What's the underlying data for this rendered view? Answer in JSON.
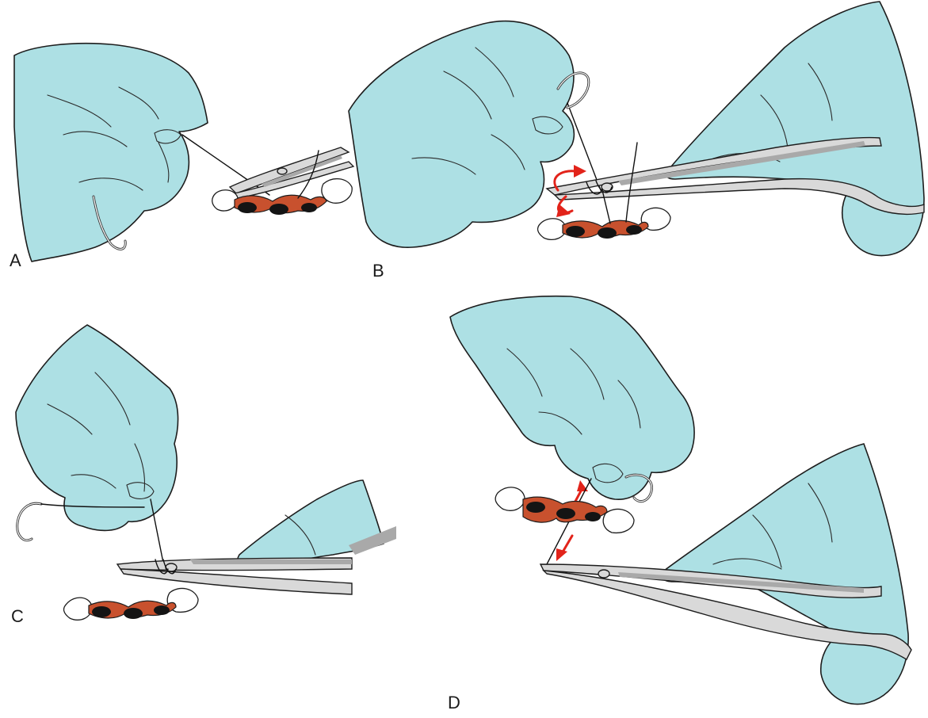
{
  "panels": {
    "a": {
      "label": "A"
    },
    "b": {
      "label": "B"
    },
    "c": {
      "label": "C"
    },
    "d": {
      "label": "D"
    }
  },
  "colors": {
    "glove": "#ade0e4",
    "gum": "#c8512e",
    "accent": "#e2231a",
    "instrument_shadow": "#a9a9a9"
  },
  "icons": {
    "rotation_arrow": "curved-rotation-arrow-icon",
    "pull_arrows": "opposing-arrows-icon"
  }
}
